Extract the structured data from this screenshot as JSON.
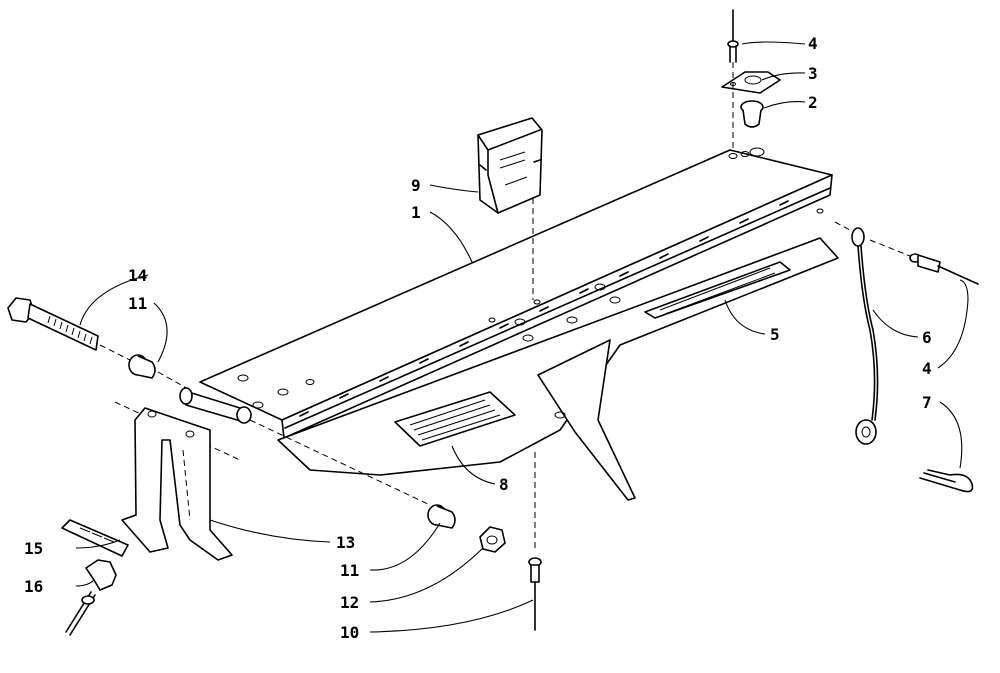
{
  "callouts": [
    {
      "id": "1",
      "label": "1"
    },
    {
      "id": "2",
      "label": "2"
    },
    {
      "id": "3",
      "label": "3"
    },
    {
      "id": "4a",
      "label": "4"
    },
    {
      "id": "4b",
      "label": "4"
    },
    {
      "id": "5",
      "label": "5"
    },
    {
      "id": "6",
      "label": "6"
    },
    {
      "id": "7",
      "label": "7"
    },
    {
      "id": "8",
      "label": "8"
    },
    {
      "id": "9",
      "label": "9"
    },
    {
      "id": "10",
      "label": "10"
    },
    {
      "id": "11a",
      "label": "11"
    },
    {
      "id": "11b",
      "label": "11"
    },
    {
      "id": "12",
      "label": "12"
    },
    {
      "id": "13",
      "label": "13"
    },
    {
      "id": "14",
      "label": "14"
    },
    {
      "id": "15",
      "label": "15"
    },
    {
      "id": "16",
      "label": "16"
    }
  ]
}
